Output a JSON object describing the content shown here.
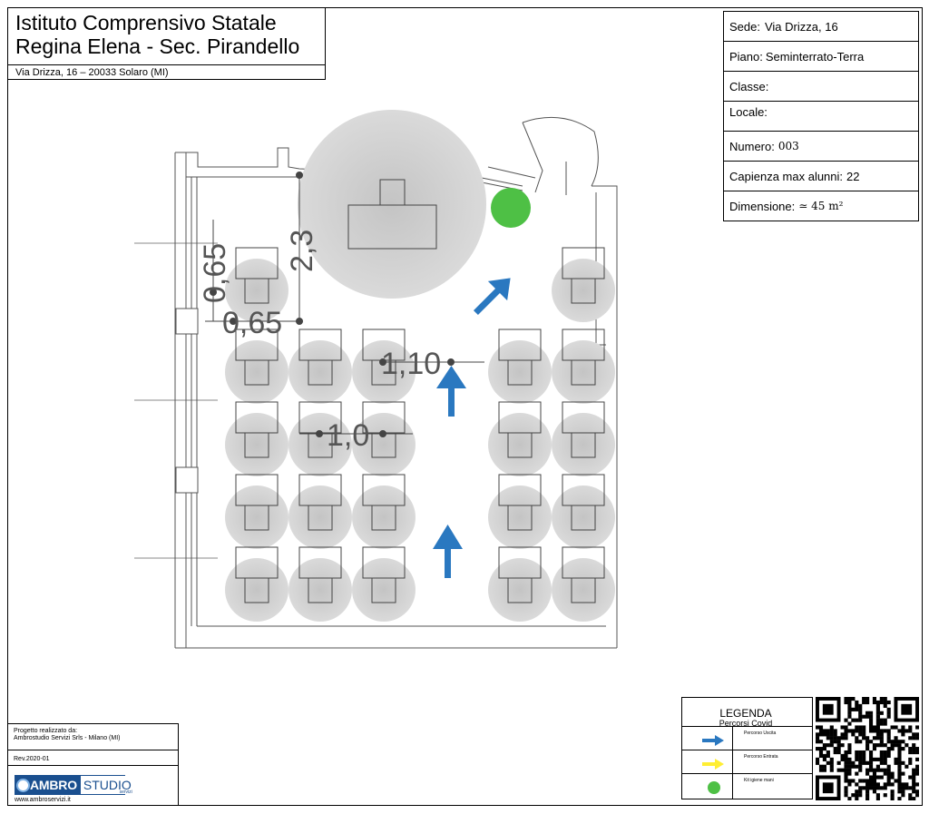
{
  "title": {
    "line1": "Istituto Comprensivo Statale",
    "line2": "Regina Elena - Sec. Pirandello",
    "address": "Via Drizza, 16 – 20033 Solaro (MI)"
  },
  "info": {
    "sede_label": "Sede:",
    "sede_value": "Via Drizza, 16",
    "piano_label": "Piano:",
    "piano_value": "Seminterrato-Terra",
    "classe_label": "Classe:",
    "classe_value": "",
    "locale_label": "Locale:",
    "locale_value": "",
    "numero_label": "Numero:",
    "numero_value": "003",
    "capienza_label": "Capienza max alunni:",
    "capienza_value": "22",
    "dimensione_label": "Dimensione:",
    "dimensione_value": "≃ 45 m²"
  },
  "dimensions": {
    "d1": "0,65",
    "d2": "0,65",
    "d3": "2,3",
    "d4": "1,10",
    "d5": "1,0"
  },
  "credits": {
    "line1": "Progetto realizzato da:",
    "line2": "Ambrostudio Servizi Srls - Milano (MI)",
    "rev": "Rev.2020-01",
    "logo_part1": "AMBRO",
    "logo_part2": "STUDIO",
    "logo_sub": "servizi",
    "url": "www.ambroservizi.it"
  },
  "legend": {
    "title": "LEGENDA",
    "subtitle": "Percorsi Covid",
    "items": [
      {
        "label": "Percorso Uscita",
        "color": "#2a78c0",
        "icon": "arrow-right-icon"
      },
      {
        "label": "Percorso Entrata",
        "color": "#ffee33",
        "icon": "arrow-right-icon"
      },
      {
        "label": "Kit igiene mani",
        "color": "#4ec045",
        "icon": "dot-icon"
      }
    ]
  },
  "colors": {
    "exit_arrow": "#2a78c0",
    "sanitizer": "#4ec045",
    "distance_circle": "#c8c8c8"
  }
}
